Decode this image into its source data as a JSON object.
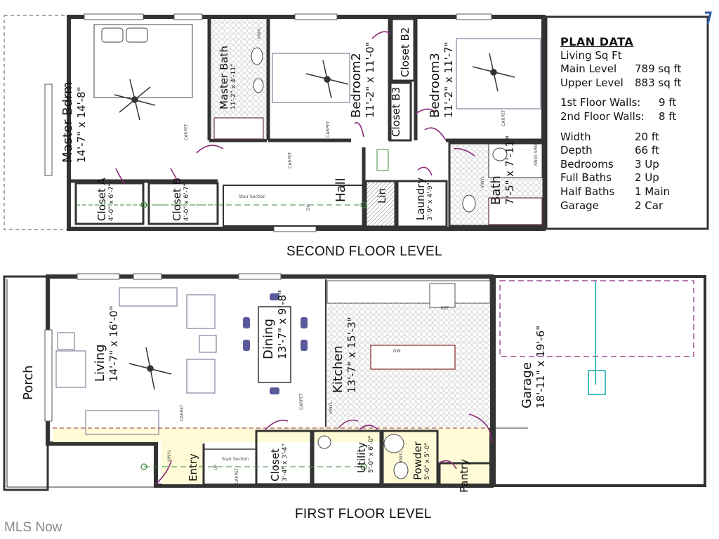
{
  "captions": {
    "second_floor": "SECOND FLOOR LEVEL",
    "first_floor": "FIRST FLOOR LEVEL"
  },
  "watermark": "MLS Now",
  "plan_data": {
    "title": "PLAN DATA",
    "living_sq_ft": "Living Sq Ft",
    "main_level_label": "Main Level",
    "main_level_value": "789 sq ft",
    "upper_level_label": "Upper Level",
    "upper_level_value": "883 sq ft",
    "first_floor_walls_label": "1st Floor Walls:",
    "first_floor_walls_value": "9 ft",
    "second_floor_walls_label": "2nd Floor Walls:",
    "second_floor_walls_value": "8 ft",
    "width_label": "Width",
    "width_value": "20 ft",
    "depth_label": "Depth",
    "depth_value": "66 ft",
    "bedrooms_label": "Bedrooms",
    "bedrooms_value": "3 Up",
    "full_baths_label": "Full Baths",
    "full_baths_value": "2 Up",
    "half_baths_label": "Half Baths",
    "half_baths_value": "1 Main",
    "garage_label": "Garage",
    "garage_value": "2 Car"
  },
  "second_floor": {
    "master_bdrm": {
      "name": "Master Bdrm",
      "dims": "14'-7\" x 14'-8\""
    },
    "master_bath": {
      "name": "Master Bath",
      "dims": "11'-2\" x 4'-11\""
    },
    "bedroom2": {
      "name": "Bedroom2",
      "dims": "11'-2\" x 11'-0\""
    },
    "bedroom3": {
      "name": "Bedroom3",
      "dims": "11'-2\" x 11'-7\""
    },
    "closet_b2": {
      "name": "Closet B2"
    },
    "closet_b3": {
      "name": "Closet B3"
    },
    "closet_a": {
      "name": "Closet A",
      "dims": "4'-0\" x 6'-7\""
    },
    "closet_b": {
      "name": "Closet B",
      "dims": "4'-0\" x 6'-7\""
    },
    "hall": {
      "name": "Hall"
    },
    "lin": {
      "name": "Lin"
    },
    "laundry": {
      "name": "Laundry",
      "dims": "3'-9\" x 4'-9\""
    },
    "bath": {
      "name": "Bath",
      "dims": "7'-5\" x 7'-11\""
    },
    "carpet": "CARPET",
    "vinyl": "VINYL",
    "dn": "DN",
    "stair_section": "Stair Section",
    "knee_space": "KNEE SPACE"
  },
  "first_floor": {
    "porch": {
      "name": "Porch"
    },
    "living": {
      "name": "Living",
      "dims": "14'-7\" x 16'-0\""
    },
    "dining": {
      "name": "Dining",
      "dims": "13'-7\" x 9'-8\""
    },
    "kitchen": {
      "name": "Kitchen",
      "dims": "13'-7\" x 15'-3\""
    },
    "garage": {
      "name": "Garage",
      "dims": "18'-11\" x 19'-6\""
    },
    "entry": {
      "name": "Entry"
    },
    "closet": {
      "name": "Closet",
      "dims": "3'-4\" x 3'-4\""
    },
    "utility": {
      "name": "Utility",
      "dims": "5'-0\" x 6'-0\""
    },
    "powder": {
      "name": "Powder",
      "dims": "5'-0\" x 5'-0\""
    },
    "pantry": {
      "name": "Pantry"
    },
    "carpet": "CARPET",
    "vinyl": "VINYL",
    "up": "UP",
    "stair_section": "Stair Section",
    "ref": "REF",
    "dw": "DW"
  }
}
